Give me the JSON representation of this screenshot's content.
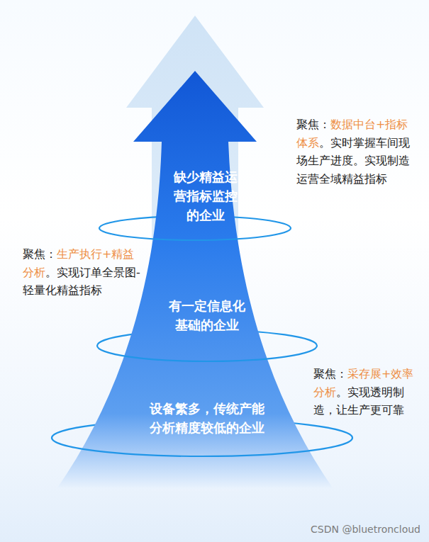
{
  "diagram": {
    "nodes": [
      {
        "text": [
          "缺少精益运营指标监控的企业",
          "有一定信息化基础的企业",
          "设备繁多，传统产能分析精度较低的企业"
        ]
      }
    ],
    "labels": [
      "聚焦：",
      "数据中台+指标体系",
      "。实时掌握车间现场生产进度。实现制造运营全域精益指标",
      "聚焦：",
      "生产执行+精益分析",
      "。实现订单全景图-轻量化精益指标",
      "聚焦：",
      "采存展+效率分析",
      "。实现透明制造，让生产更可靠",
      "CSDN @bluetroncloud"
    ]
  }
}
